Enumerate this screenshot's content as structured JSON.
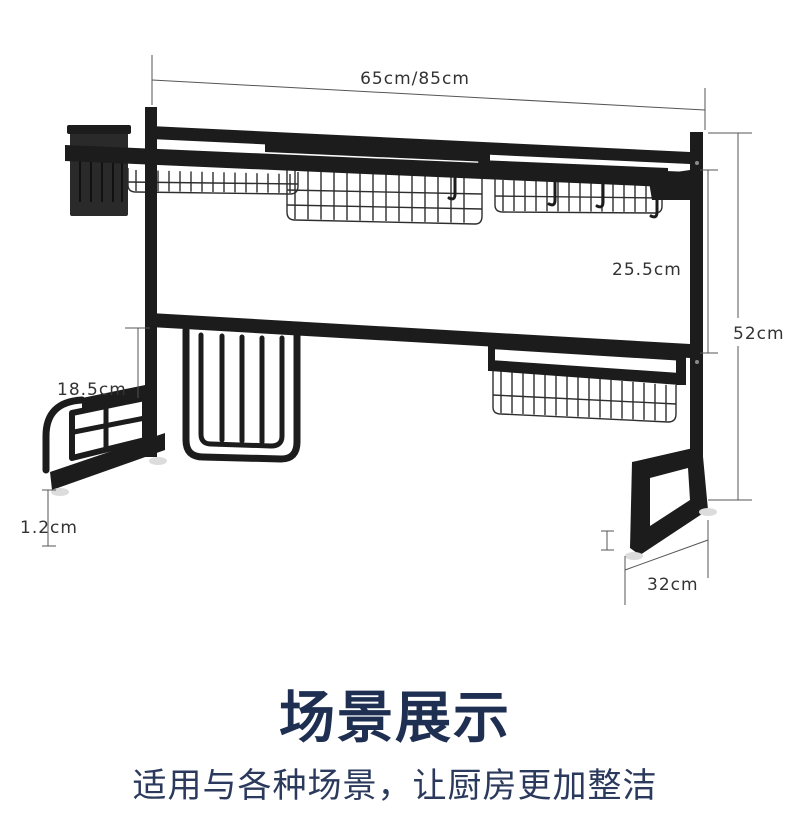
{
  "dimensions": {
    "width_label": "65cm/85cm",
    "total_height_label": "52cm",
    "upper_shelf_height_label": "25.5cm",
    "lid_holder_height_label": "18.5cm",
    "foot_height_label": "1.2cm",
    "depth_label": "32cm"
  },
  "caption": {
    "title": "场景展示",
    "subtitle": "适用与各种场景，让厨房更加整洁"
  },
  "colors": {
    "rack": "#1c1c1c",
    "dimension_line": "#555555",
    "title": "#1e2f52",
    "subtitle": "#2b3a5c"
  }
}
